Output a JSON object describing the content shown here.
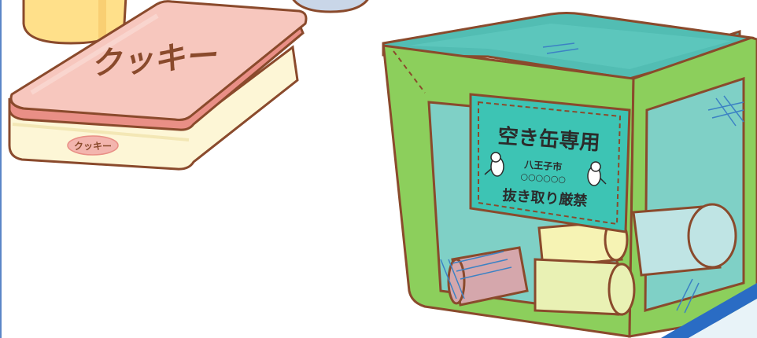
{
  "scene": {
    "cookie_box": {
      "lid_text": "クッキー",
      "label_text": "クッキー",
      "colors": {
        "lid": "#f7c7be",
        "lid_edge": "#e98f86",
        "box": "#fdf6d6",
        "outline": "#8a4a2c"
      }
    },
    "can_bin": {
      "sign": {
        "title": "空き缶専用",
        "city": "八王子市",
        "circles": "○○○○○○",
        "footer": "抜き取り厳禁"
      },
      "colors": {
        "frame": "#8ccf5c",
        "glass": "#7fd0c6",
        "sign": "#3dc4b4",
        "outline": "#8a4a2c"
      },
      "cans": [
        {
          "color": "#d5a7ac"
        },
        {
          "color": "#f6f3b4"
        },
        {
          "color": "#e9f1b4"
        },
        {
          "color": "#bfe4e4"
        }
      ]
    },
    "accent": {
      "corner_stripe": "#2a6cc4"
    }
  }
}
